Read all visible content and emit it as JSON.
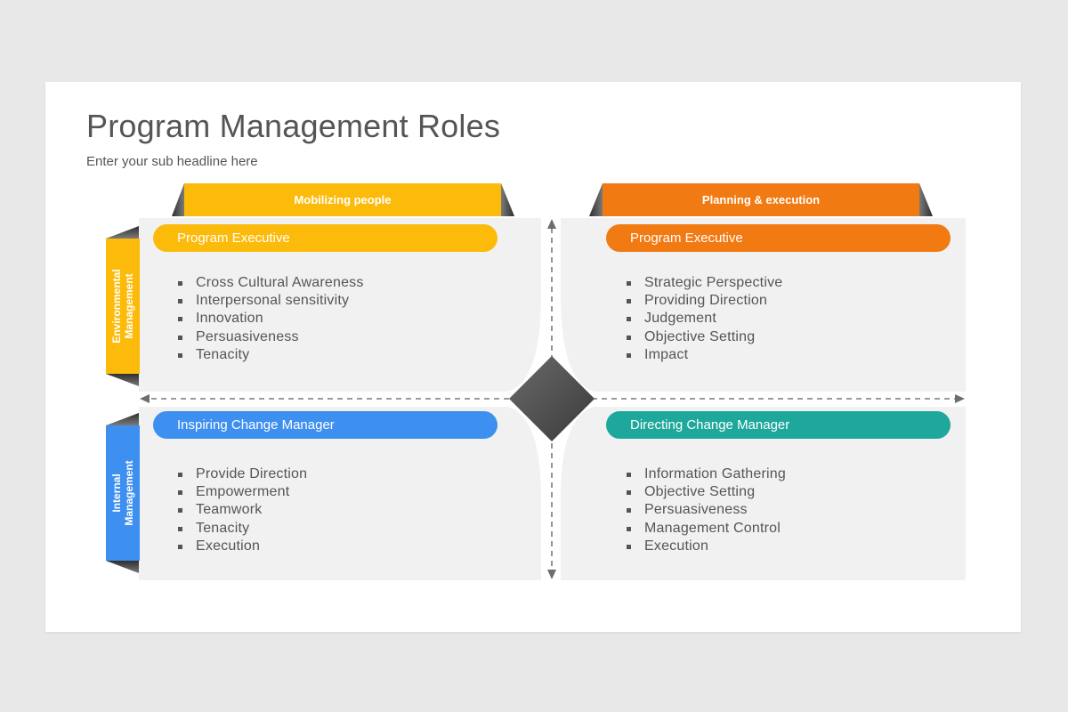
{
  "title": "Program Management Roles",
  "subtitle": "Enter your sub headline here",
  "top_tabs": [
    "Mobilizing people",
    "Planning & execution"
  ],
  "side_tabs": [
    {
      "line1": "Environmental",
      "line2": "Management"
    },
    {
      "line1": "Internal",
      "line2": "Management"
    }
  ],
  "quadrants": [
    {
      "heading": "Program Executive",
      "items": [
        "Cross Cultural Awareness",
        "Interpersonal sensitivity",
        "Innovation",
        "Persuasiveness",
        "Tenacity"
      ]
    },
    {
      "heading": "Program Executive",
      "items": [
        "Strategic Perspective",
        "Providing Direction",
        "Judgement",
        "Objective Setting",
        "Impact"
      ]
    },
    {
      "heading": "Inspiring Change Manager",
      "items": [
        "Provide Direction",
        "Empowerment",
        "Teamwork",
        "Tenacity",
        "Execution"
      ]
    },
    {
      "heading": "Directing Change Manager",
      "items": [
        "Information Gathering",
        "Objective Setting",
        "Persuasiveness",
        "Management Control",
        "Execution"
      ]
    }
  ],
  "colors": {
    "yellow": "#fcbb0b",
    "orange": "#f27a13",
    "blue": "#3d8ff0",
    "teal": "#1ea79b",
    "panel": "#f1f1f1",
    "text": "#555555",
    "diamond": "#555555"
  }
}
